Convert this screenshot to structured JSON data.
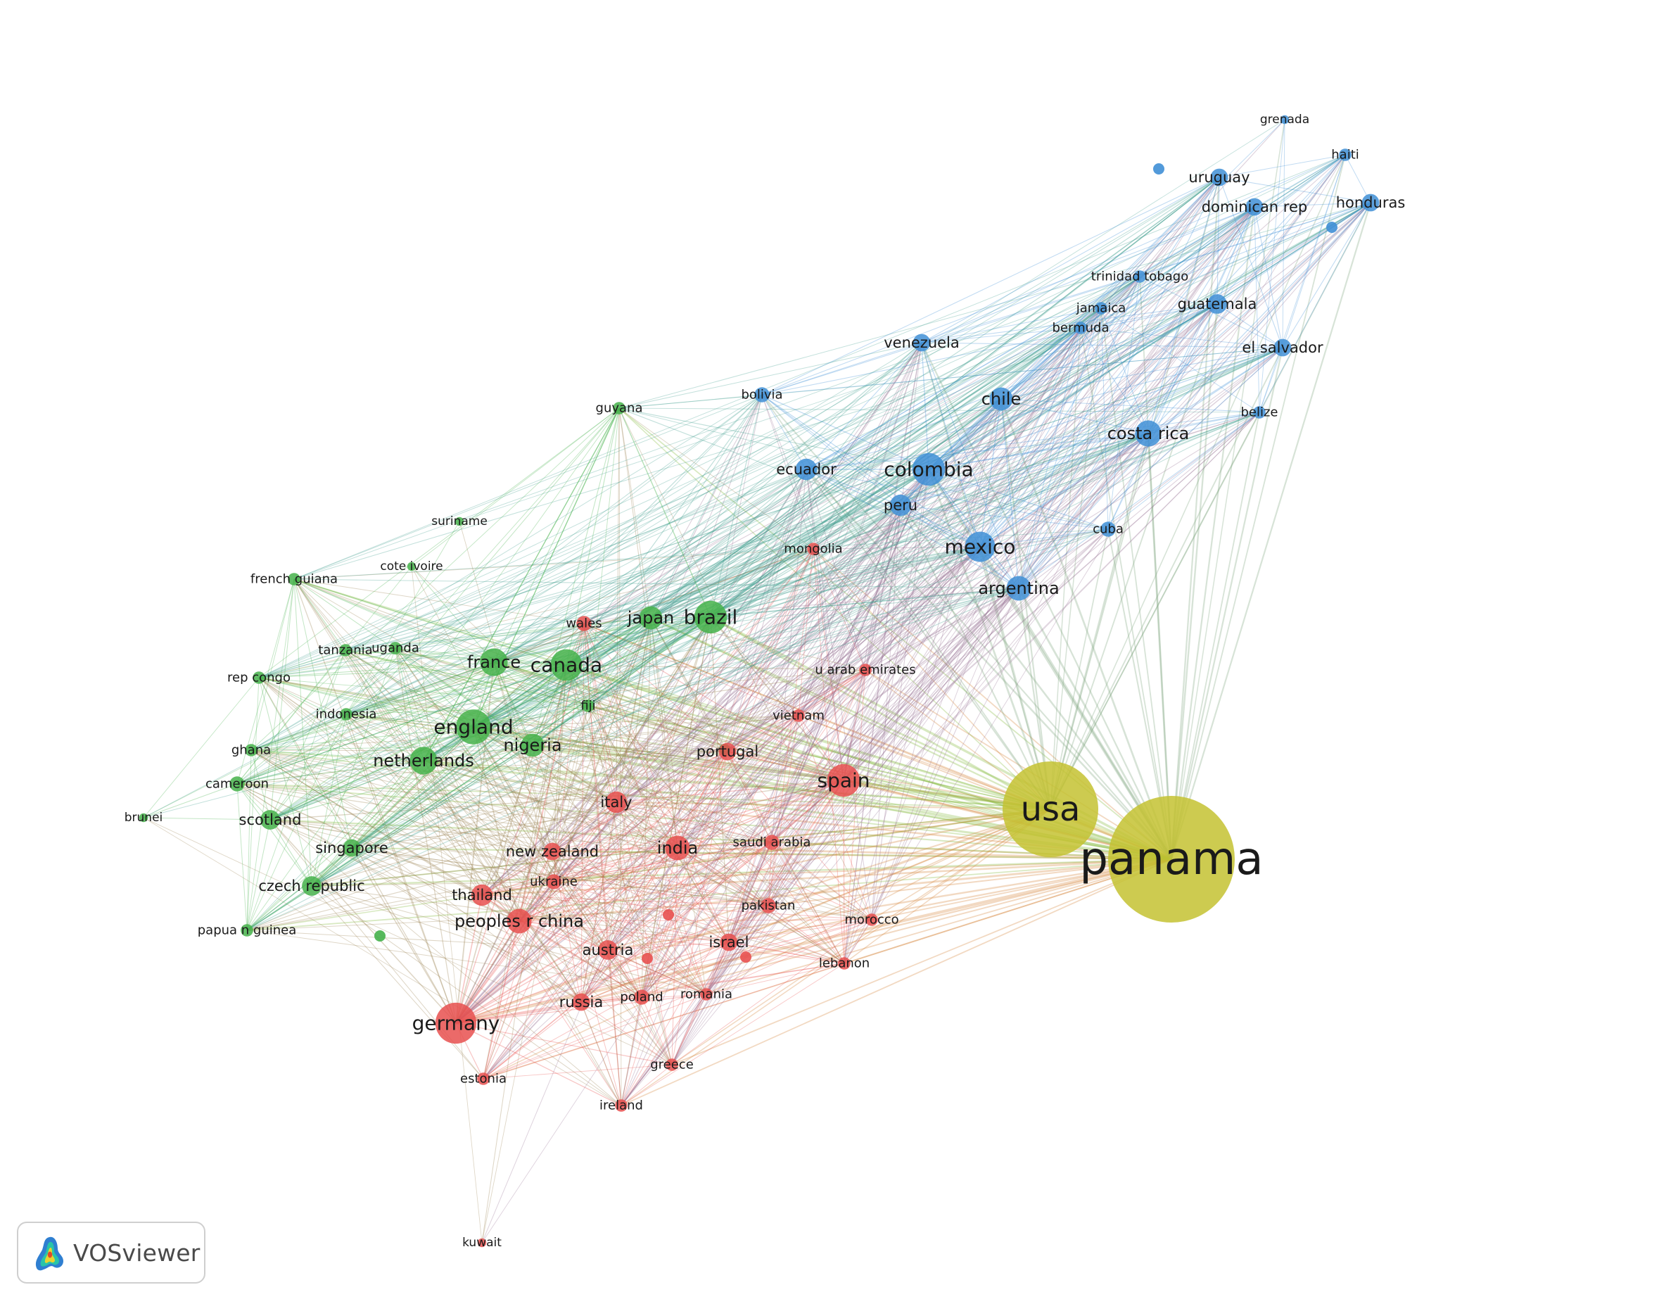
{
  "app": {
    "name": "VOSviewer"
  },
  "colors": {
    "cluster_red": "#e8504f",
    "cluster_green": "#45b14a",
    "cluster_blue": "#3f8fd6",
    "cluster_yellow": "#c4c231"
  },
  "icons": {
    "logo": "vosviewer-logo-icon"
  },
  "nodes": [
    {
      "label": "panama",
      "cluster": "yellow",
      "weight": 100
    },
    {
      "label": "usa",
      "cluster": "yellow",
      "weight": 55
    },
    {
      "label": "germany",
      "cluster": "red",
      "weight": 22
    },
    {
      "label": "spain",
      "cluster": "red",
      "weight": 14
    },
    {
      "label": "italy",
      "cluster": "red",
      "weight": 6
    },
    {
      "label": "india",
      "cluster": "red",
      "weight": 8
    },
    {
      "label": "portugal",
      "cluster": "red",
      "weight": 4
    },
    {
      "label": "wales",
      "cluster": "red",
      "weight": 3
    },
    {
      "label": "new zealand",
      "cluster": "red",
      "weight": 4
    },
    {
      "label": "saudi arabia",
      "cluster": "red",
      "weight": 3
    },
    {
      "label": "thailand",
      "cluster": "red",
      "weight": 6
    },
    {
      "label": "ukraine",
      "cluster": "red",
      "weight": 3
    },
    {
      "label": "pakistan",
      "cluster": "red",
      "weight": 3
    },
    {
      "label": "morocco",
      "cluster": "red",
      "weight": 2
    },
    {
      "label": "peoples r china",
      "cluster": "red",
      "weight": 8
    },
    {
      "label": "austria",
      "cluster": "red",
      "weight": 5
    },
    {
      "label": "israel",
      "cluster": "red",
      "weight": 4
    },
    {
      "label": "lebanon",
      "cluster": "red",
      "weight": 2
    },
    {
      "label": "russia",
      "cluster": "red",
      "weight": 4
    },
    {
      "label": "poland",
      "cluster": "red",
      "weight": 3
    },
    {
      "label": "romania",
      "cluster": "red",
      "weight": 2
    },
    {
      "label": "greece",
      "cluster": "red",
      "weight": 2
    },
    {
      "label": "estonia",
      "cluster": "red",
      "weight": 2
    },
    {
      "label": "ireland",
      "cluster": "red",
      "weight": 2
    },
    {
      "label": "kuwait",
      "cluster": "red",
      "weight": 1
    },
    {
      "label": "u arab emirates",
      "cluster": "red",
      "weight": 2
    },
    {
      "label": "vietnam",
      "cluster": "red",
      "weight": 2
    },
    {
      "label": "mongolia",
      "cluster": "red",
      "weight": 2
    },
    {
      "label": "brazil",
      "cluster": "green",
      "weight": 14
    },
    {
      "label": "japan",
      "cluster": "green",
      "weight": 7
    },
    {
      "label": "canada",
      "cluster": "green",
      "weight": 13
    },
    {
      "label": "france",
      "cluster": "green",
      "weight": 10
    },
    {
      "label": "england",
      "cluster": "green",
      "weight": 16
    },
    {
      "label": "netherlands",
      "cluster": "green",
      "weight": 10
    },
    {
      "label": "nigeria",
      "cluster": "green",
      "weight": 7
    },
    {
      "label": "fiji",
      "cluster": "green",
      "weight": 2
    },
    {
      "label": "scotland",
      "cluster": "green",
      "weight": 5
    },
    {
      "label": "cameroon",
      "cluster": "green",
      "weight": 3
    },
    {
      "label": "ghana",
      "cluster": "green",
      "weight": 2
    },
    {
      "label": "brunei",
      "cluster": "green",
      "weight": 1
    },
    {
      "label": "singapore",
      "cluster": "green",
      "weight": 4
    },
    {
      "label": "czech republic",
      "cluster": "green",
      "weight": 5
    },
    {
      "label": "papua n guinea",
      "cluster": "green",
      "weight": 2
    },
    {
      "label": "indonesia",
      "cluster": "green",
      "weight": 2
    },
    {
      "label": "rep congo",
      "cluster": "green",
      "weight": 2
    },
    {
      "label": "tanzania",
      "cluster": "green",
      "weight": 2
    },
    {
      "label": "uganda",
      "cluster": "green",
      "weight": 2
    },
    {
      "label": "french guiana",
      "cluster": "green",
      "weight": 2
    },
    {
      "label": "cote ivoire",
      "cluster": "green",
      "weight": 1
    },
    {
      "label": "suriname",
      "cluster": "green",
      "weight": 1
    },
    {
      "label": "guyana",
      "cluster": "green",
      "weight": 2
    },
    {
      "label": "colombia",
      "cluster": "blue",
      "weight": 14
    },
    {
      "label": "mexico",
      "cluster": "blue",
      "weight": 12
    },
    {
      "label": "argentina",
      "cluster": "blue",
      "weight": 8
    },
    {
      "label": "costa rica",
      "cluster": "blue",
      "weight": 9
    },
    {
      "label": "chile",
      "cluster": "blue",
      "weight": 7
    },
    {
      "label": "peru",
      "cluster": "blue",
      "weight": 6
    },
    {
      "label": "ecuador",
      "cluster": "blue",
      "weight": 6
    },
    {
      "label": "venezuela",
      "cluster": "blue",
      "weight": 4
    },
    {
      "label": "bolivia",
      "cluster": "blue",
      "weight": 3
    },
    {
      "label": "guatemala",
      "cluster": "blue",
      "weight": 5
    },
    {
      "label": "el salvador",
      "cluster": "blue",
      "weight": 4
    },
    {
      "label": "honduras",
      "cluster": "blue",
      "weight": 4
    },
    {
      "label": "dominican rep",
      "cluster": "blue",
      "weight": 4
    },
    {
      "label": "uruguay",
      "cluster": "blue",
      "weight": 4
    },
    {
      "label": "haiti",
      "cluster": "blue",
      "weight": 2
    },
    {
      "label": "grenada",
      "cluster": "blue",
      "weight": 1
    },
    {
      "label": "cuba",
      "cluster": "blue",
      "weight": 3
    },
    {
      "label": "belize",
      "cluster": "blue",
      "weight": 2
    },
    {
      "label": "jamaica",
      "cluster": "blue",
      "weight": 2
    },
    {
      "label": "trinidad tobago",
      "cluster": "blue",
      "weight": 2
    },
    {
      "label": "bermuda",
      "cluster": "blue",
      "weight": 2
    }
  ]
}
